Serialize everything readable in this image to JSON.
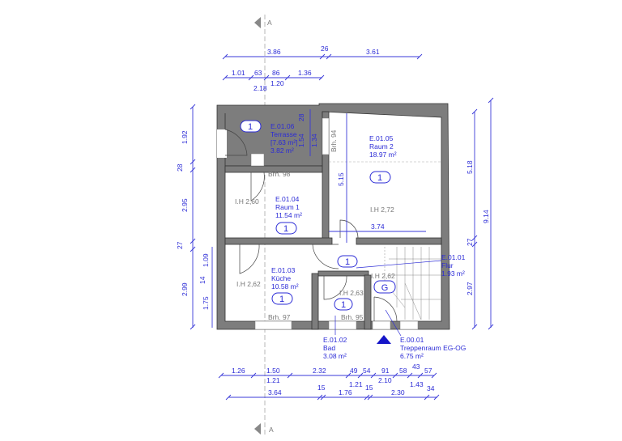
{
  "section_marker": {
    "label": "A"
  },
  "top_dims": {
    "row1": [
      "3.86",
      "26",
      "3.61"
    ],
    "row2": [
      "1.01",
      "63",
      "86",
      "1.36"
    ],
    "row2_sub": [
      "2.18",
      "1.20"
    ]
  },
  "left_dims": [
    "1.92",
    "28",
    "2.95",
    "27",
    "2.99",
    "1.09",
    "14",
    "1.75"
  ],
  "right_dims": [
    "5.18",
    "27",
    "2.97",
    "9.14"
  ],
  "interior_dims": [
    "28",
    "1.54",
    "1.34",
    "5.15",
    "3.74"
  ],
  "bottom_dims": {
    "row1": [
      "1.26",
      "1.50",
      "2.32",
      "49",
      "54",
      "91",
      "58",
      "43",
      "57"
    ],
    "row1_sub": [
      "1.21",
      "1.21",
      "2.10",
      "1.43"
    ],
    "row2": [
      "3.64",
      "15",
      "1.76",
      "15",
      "2.30",
      "34"
    ]
  },
  "rooms": [
    {
      "id": "E.01.06",
      "name": "Terrasse",
      "area_extra": "[7.63 m²]",
      "area": "3.82 m²",
      "floor": "1"
    },
    {
      "id": "E.01.05",
      "name": "Raum 2",
      "area": "18.97 m²",
      "floor": "1",
      "height": "I.H 2,72"
    },
    {
      "id": "E.01.04",
      "name": "Raum 1",
      "area": "11.54 m²",
      "floor": "1",
      "height": "I.H 2,60"
    },
    {
      "id": "E.01.03",
      "name": "Küche",
      "area": "10.58 m²",
      "floor": "1",
      "height": "I.H 2,62"
    },
    {
      "id": "E.01.01",
      "name": "Flur",
      "area": "1.93 m²",
      "floor": "1"
    },
    {
      "id": "E.01.02",
      "name": "Bad",
      "area": "3.08 m²",
      "floor": "1",
      "height": "I.H 2,63"
    },
    {
      "id": "E.00.01",
      "name": "Treppenraum EG-OG",
      "area": "6.75 m²",
      "floor": "G",
      "height": "I.H 2,62"
    }
  ],
  "sill_heights": [
    "Brh. 98",
    "Brh. 94",
    "Brh. 97",
    "Brh. 95"
  ]
}
